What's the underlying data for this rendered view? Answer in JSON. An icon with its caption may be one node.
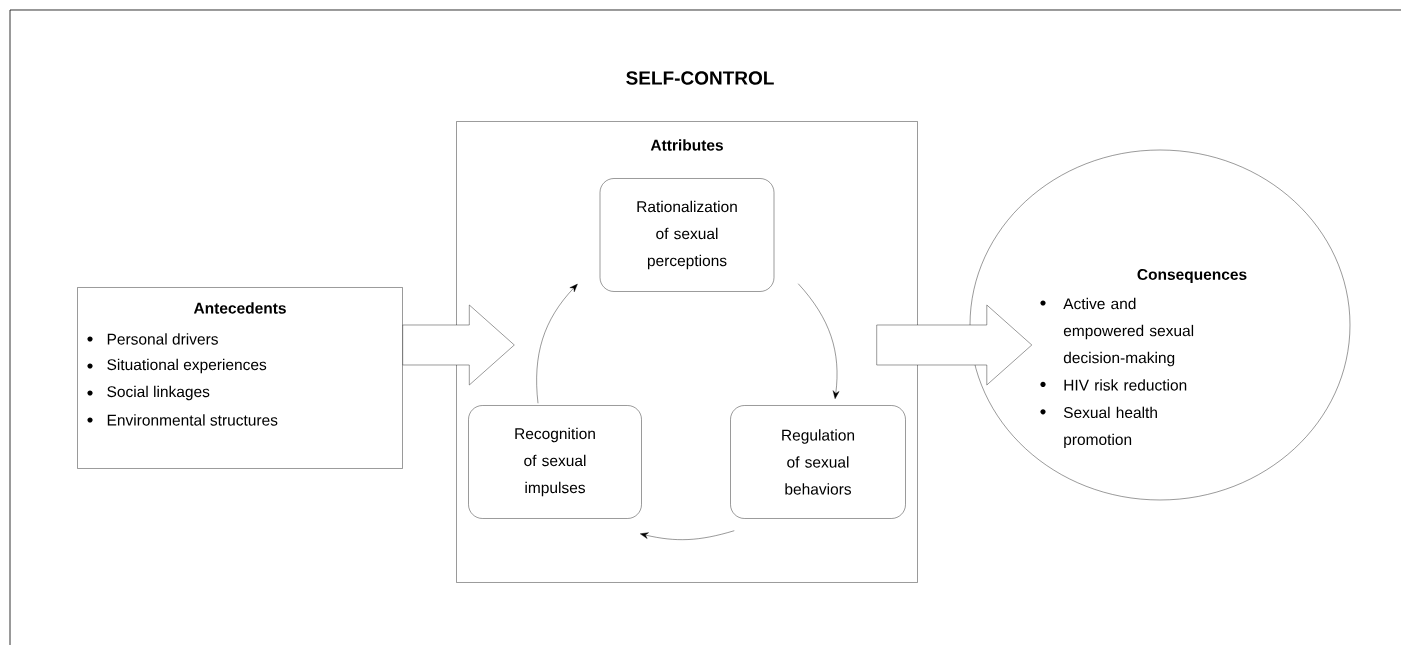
{
  "diagram": {
    "title": "SELF-CONTROL",
    "nodes": [
      {
        "text": [
          "Antecedents",
          "Personal drivers",
          "Situational experiences",
          "Social linkages",
          "Environmental structures"
        ]
      },
      {
        "text": [
          "Attributes"
        ]
      },
      {
        "text": [
          "Rationalization of sexual perceptions"
        ],
        "in": 1
      },
      {
        "text": [
          "Regulation of sexual behaviors"
        ],
        "in": 1
      },
      {
        "text": [
          "Recognition of sexual impulses"
        ],
        "in": 1
      },
      {
        "text": [
          "Consequences",
          "Active and empowered sexual decision-making",
          "HIV risk reduction",
          "Sexual health promotion"
        ]
      }
    ],
    "edges": [
      {
        "from": 0,
        "to": 1,
        "arrow": "to",
        "style": "thick"
      },
      {
        "from": 1,
        "to": 5,
        "arrow": "to",
        "style": "thick"
      },
      {
        "from": 4,
        "to": 2,
        "arrow": "to"
      },
      {
        "from": 2,
        "to": 3,
        "arrow": "to"
      },
      {
        "from": 3,
        "to": 4,
        "arrow": "to"
      }
    ]
  }
}
